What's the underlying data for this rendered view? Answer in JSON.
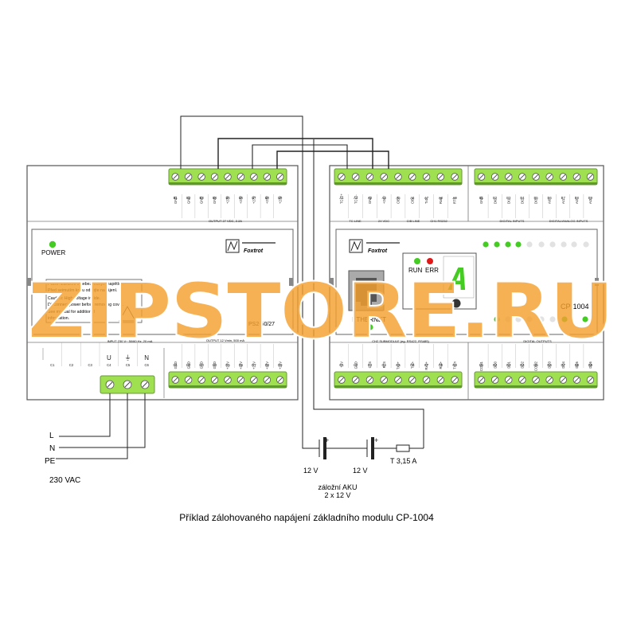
{
  "watermark": "ZIPSTORE.RU",
  "caption": "Příklad zálohovaného napájení základního modulu CP-1004",
  "ps_module": {
    "model": "PS2-60/27",
    "brand": "Foxtrot",
    "power_led_label": "POWER",
    "top_terminals": [
      "B1",
      "B2",
      "B3",
      "B4",
      "B5",
      "B6",
      "B7",
      "B8",
      "B9"
    ],
    "top_functions": [
      "GND",
      "GND",
      "GND",
      "GND",
      "+27V",
      "+27V",
      "+27V",
      "+27V",
      "+27V"
    ],
    "top_group_label": "OUTPUT 27 VDC, 2.2A",
    "bottom_terminals": [
      "D1",
      "D2",
      "D3",
      "D4",
      "D5",
      "D6",
      "D7",
      "D8",
      "D9"
    ],
    "bottom_functions": [
      "GND",
      "GND",
      "GND",
      "GND",
      "+27V",
      "+27V",
      "+27V",
      "+27V",
      "+27V"
    ],
    "bottom_group_label": "OUTPUT 12 Vmin, 500 mA",
    "input_terminals": [
      "C1",
      "C2",
      "C3",
      "C4",
      "C5",
      "C6"
    ],
    "input_functions": [
      "",
      "",
      "",
      "U",
      "⏚",
      "N"
    ],
    "input_group_label": "INPUT 230 V~ 50/60 Hz, 20 mA",
    "warning_lines": [
      "Pozor: Zařízení s nebezpečným napětím.",
      "Před sejmutím krytu odpojte napájení.",
      "Caution: High voltage inside.",
      "Disconnect power before removing cover.",
      "See manual for additional",
      "information."
    ]
  },
  "cp_module": {
    "model": "CP-1004",
    "brand": "Foxtrot",
    "run_label": "RUN",
    "err_label": "ERR",
    "display_char": "A",
    "ethernet_label": "ETHERNET",
    "top_left_terminals": [
      "A1",
      "A2",
      "A3",
      "A4",
      "A5",
      "A6",
      "A7",
      "A8",
      "A9"
    ],
    "top_left_functions": [
      "TCL2+",
      "TCL2-",
      "GND",
      "+24V",
      "CIB+",
      "CIB-",
      "TxD",
      "RxD",
      "RTS"
    ],
    "top_left_groups": [
      "TC LINE",
      "24 VDC",
      "CIB LINE",
      "CH1 RS232"
    ],
    "top_right_terminals": [
      "B1",
      "B2",
      "B3",
      "B4",
      "B5",
      "B6",
      "B7",
      "B8",
      "B9"
    ],
    "top_right_functions": [
      "GND",
      "DI0",
      "DI1",
      "DI2",
      "DI3",
      "AI0",
      "AI1",
      "AI2",
      "AI3"
    ],
    "top_right_groups": [
      "DIGITAL INPUTS",
      "DIGITAL/ANALOG INPUTS"
    ],
    "bottom_left_terminals": [
      "C1",
      "C2",
      "C3",
      "C4",
      "C5",
      "C6",
      "C7",
      "C8",
      "C9"
    ],
    "bottom_left_functions": [
      "+5V",
      "GND",
      "CTS",
      "RTS",
      "TxD+",
      "TxD-",
      "RxD+",
      "RxD-",
      "TxEn"
    ],
    "bottom_left_group_label": "CH2 SUBMODULE (eg. RS422, RS485)",
    "bottom_right_terminals": [
      "D1",
      "D2",
      "D3",
      "D4",
      "D5",
      "D6",
      "D7",
      "D8",
      "D9"
    ],
    "bottom_right_functions": [
      "COM1",
      "DO0",
      "DO1",
      "DO2",
      "COM2",
      "DO3",
      "DO4",
      "DO5",
      "DO6"
    ],
    "bottom_right_group_label": "DIGITAL OUTPUTS"
  },
  "supply": {
    "labels": [
      "L",
      "N",
      "PE"
    ],
    "voltage_label": "230 VAC"
  },
  "battery": {
    "cell_voltages": [
      "12 V",
      "12 V"
    ],
    "fuse_label": "T 3,15 A",
    "caption_line1": "záložní AKU",
    "caption_line2": "2 x 12 V"
  },
  "colors": {
    "terminal_green": "#9fe050",
    "terminal_dark": "#5e9a2a",
    "led_green": "#44cc22",
    "led_red": "#e01818",
    "watermark_orange": "#f5a030",
    "module_border": "#555555"
  }
}
